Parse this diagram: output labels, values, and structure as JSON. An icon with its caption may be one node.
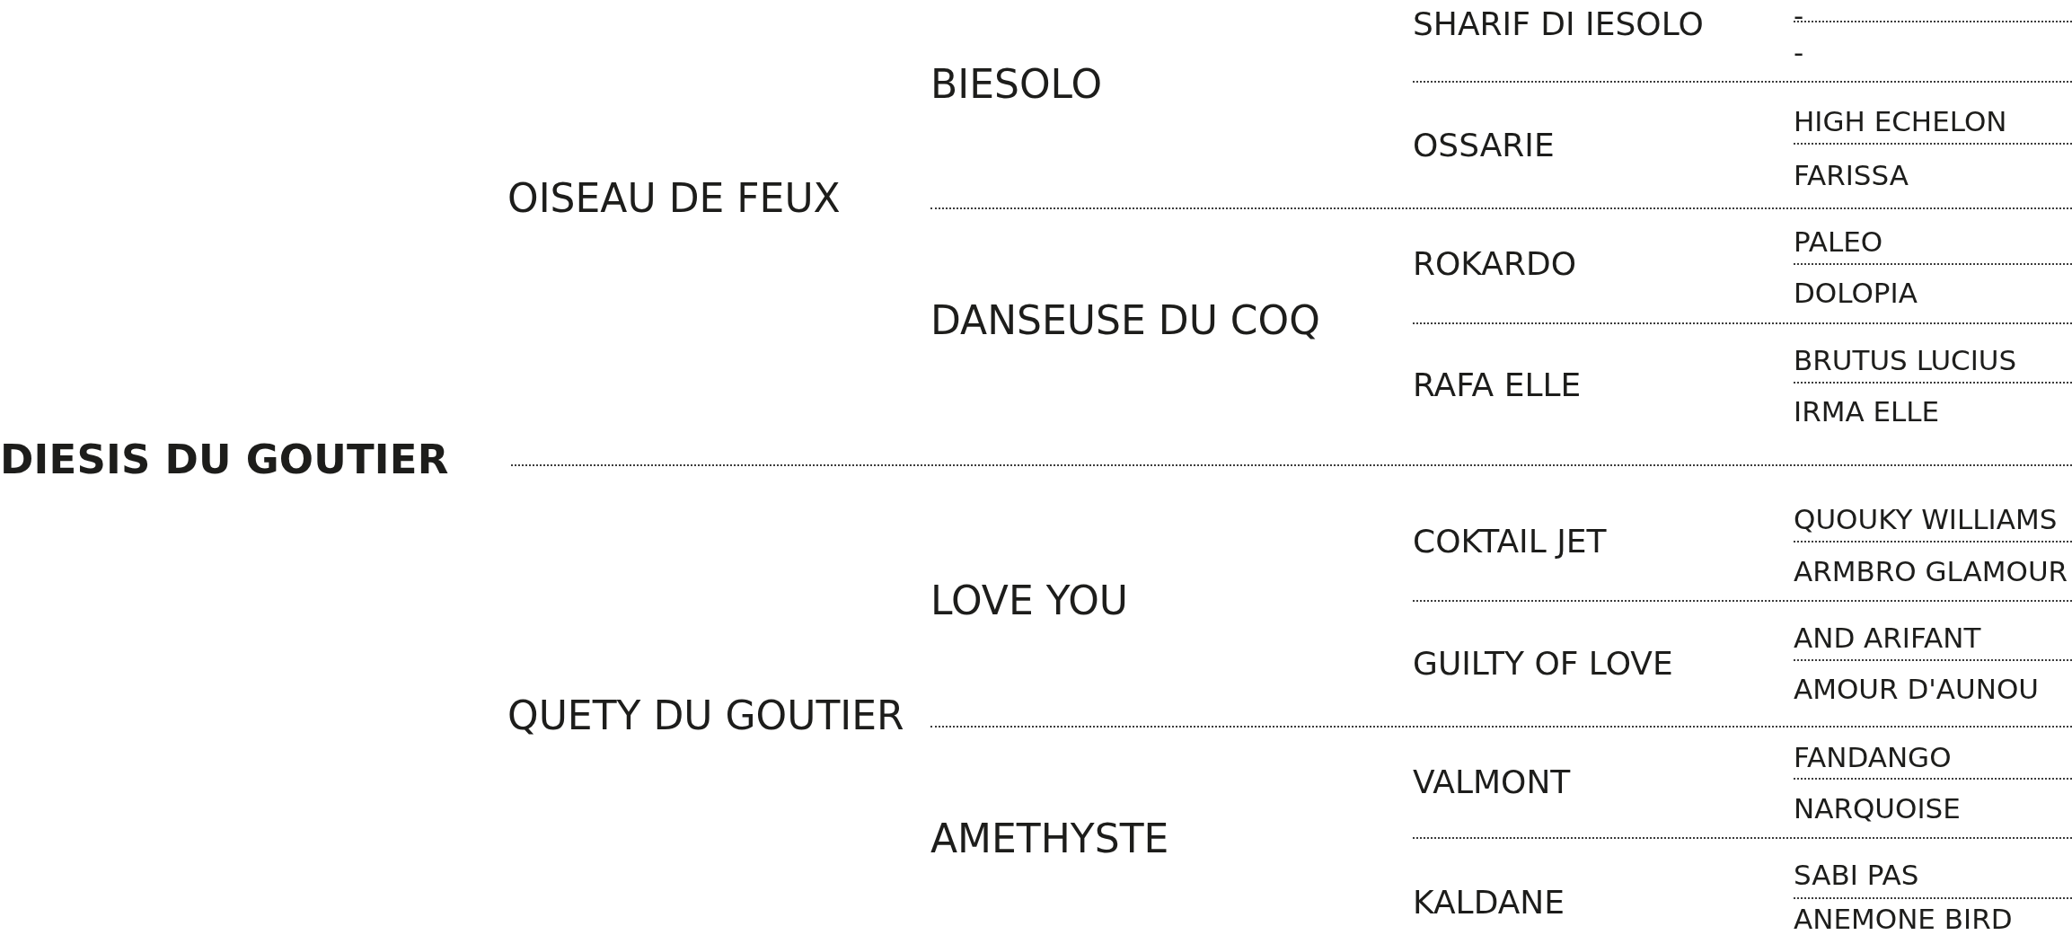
{
  "diagram": {
    "labels": [
      "-",
      "SHARIF DI IESOLO",
      "-",
      "BIESOLO",
      "HIGH ECHELON",
      "OSSARIE",
      "FARISSA",
      "OISEAU DE FEUX",
      "PALEO",
      "ROKARDO",
      "DOLOPIA",
      "DANSEUSE DU COQ",
      "BRUTUS LUCIUS",
      "RAFA ELLE",
      "IRMA ELLE",
      "DIESIS DU GOUTIER",
      "QUOUKY WILLIAMS",
      "COKTAIL JET",
      "ARMBRO GLAMOUR",
      "LOVE YOU",
      "AND ARIFANT",
      "GUILTY OF LOVE",
      "AMOUR D'AUNOU",
      "QUETY DU GOUTIER",
      "FANDANGO",
      "VALMONT",
      "NARQUOISE",
      "AMETHYSTE",
      "SABI PAS",
      "KALDANE",
      "ANEMONE BIRD"
    ]
  }
}
